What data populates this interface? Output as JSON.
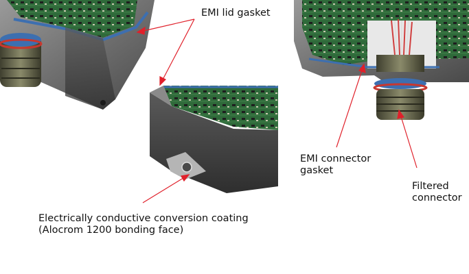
{
  "labels": {
    "lid_gasket": "EMI lid gasket",
    "connector_gasket": [
      "EMI connector",
      "gasket"
    ],
    "filtered_connector": [
      "Filtered",
      "connector"
    ],
    "coating": [
      "Electrically conductive conversion coating",
      "(Alocrom 1200 bonding face)"
    ]
  },
  "colors": {
    "arrow": "#e0202a",
    "gasket": "#3d6fb0",
    "gasket_red": "#c8372f",
    "pcb": "#2f6a3a",
    "housing": "#6e6e6e",
    "background": "#ffffff"
  }
}
